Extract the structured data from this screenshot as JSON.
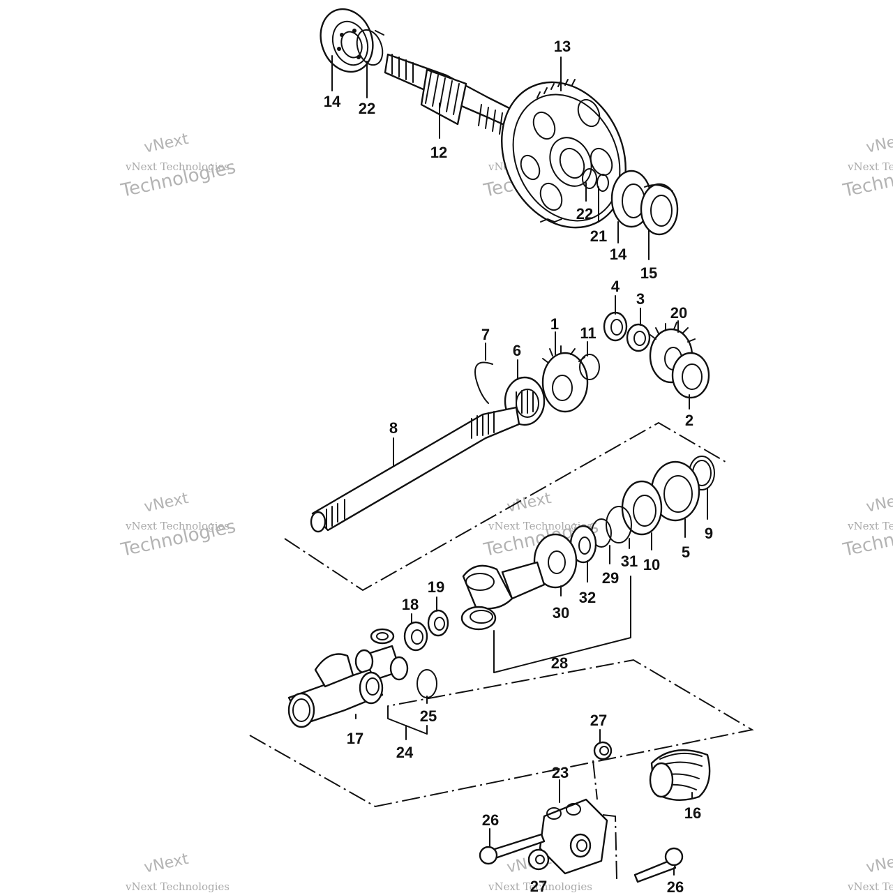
{
  "diagram": {
    "callouts": [
      {
        "id": "c13a",
        "text": "13"
      },
      {
        "id": "c14a",
        "text": "14"
      },
      {
        "id": "c22a",
        "text": "22"
      },
      {
        "id": "c12",
        "text": "12"
      },
      {
        "id": "c22b",
        "text": "22"
      },
      {
        "id": "c21",
        "text": "21"
      },
      {
        "id": "c14b",
        "text": "14"
      },
      {
        "id": "c15",
        "text": "15"
      },
      {
        "id": "c4",
        "text": "4"
      },
      {
        "id": "c3",
        "text": "3"
      },
      {
        "id": "c20",
        "text": "20"
      },
      {
        "id": "c1",
        "text": "1"
      },
      {
        "id": "c11",
        "text": "11"
      },
      {
        "id": "c7",
        "text": "7"
      },
      {
        "id": "c6",
        "text": "6"
      },
      {
        "id": "c2",
        "text": "2"
      },
      {
        "id": "c8",
        "text": "8"
      },
      {
        "id": "c9",
        "text": "9"
      },
      {
        "id": "c5",
        "text": "5"
      },
      {
        "id": "c10",
        "text": "10"
      },
      {
        "id": "c31",
        "text": "31"
      },
      {
        "id": "c29",
        "text": "29"
      },
      {
        "id": "c32",
        "text": "32"
      },
      {
        "id": "c30",
        "text": "30"
      },
      {
        "id": "c19",
        "text": "19"
      },
      {
        "id": "c18",
        "text": "18"
      },
      {
        "id": "c28",
        "text": "28"
      },
      {
        "id": "c25",
        "text": "25"
      },
      {
        "id": "c17",
        "text": "17"
      },
      {
        "id": "c24",
        "text": "24"
      },
      {
        "id": "c27a",
        "text": "27"
      },
      {
        "id": "c23",
        "text": "23"
      },
      {
        "id": "c16",
        "text": "16"
      },
      {
        "id": "c26a",
        "text": "26"
      },
      {
        "id": "c27b",
        "text": "27"
      },
      {
        "id": "c26b",
        "text": "26"
      }
    ],
    "watermark": {
      "line1": "vNext",
      "line2": "vNext Technologies",
      "line3": "Technologies"
    }
  }
}
